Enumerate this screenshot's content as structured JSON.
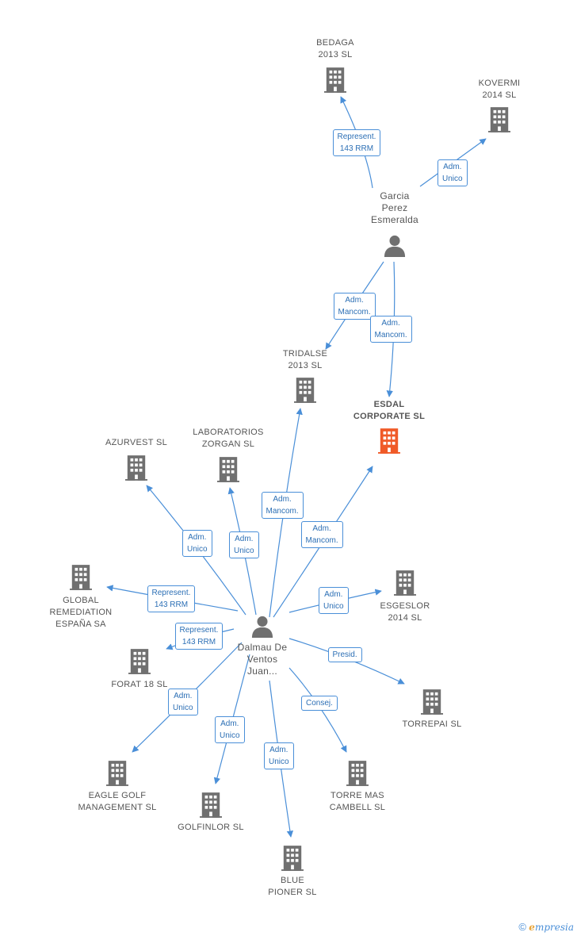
{
  "nodes": [
    {
      "id": "bedaga",
      "type": "company",
      "lines": [
        "BEDAGA",
        "2013  SL"
      ],
      "highlight": false
    },
    {
      "id": "kovermi",
      "type": "company",
      "lines": [
        "KOVERMI",
        "2014  SL"
      ],
      "highlight": false
    },
    {
      "id": "garcia",
      "type": "person",
      "lines": [
        "Garcia",
        "Perez",
        "Esmeralda"
      ]
    },
    {
      "id": "tridalse",
      "type": "company",
      "lines": [
        "TRIDALSE",
        "2013  SL"
      ],
      "highlight": false
    },
    {
      "id": "esdal",
      "type": "company",
      "lines": [
        "ESDAL",
        "CORPORATE SL"
      ],
      "highlight": true
    },
    {
      "id": "azurvest",
      "type": "company",
      "lines": [
        "AZURVEST SL"
      ],
      "highlight": false
    },
    {
      "id": "zorgan",
      "type": "company",
      "lines": [
        "LABORATORIOS",
        "ZORGAN SL"
      ],
      "highlight": false
    },
    {
      "id": "global",
      "type": "company",
      "lines": [
        "GLOBAL",
        "REMEDIATION",
        "ESPAÑA SA"
      ],
      "highlight": false
    },
    {
      "id": "esgeslor",
      "type": "company",
      "lines": [
        "ESGESLOR",
        "2014  SL"
      ],
      "highlight": false
    },
    {
      "id": "dalmau",
      "type": "person",
      "lines": [
        "Dalmau De",
        "Ventos",
        "Juan..."
      ]
    },
    {
      "id": "forat",
      "type": "company",
      "lines": [
        "FORAT 18 SL"
      ],
      "highlight": false
    },
    {
      "id": "torrepai",
      "type": "company",
      "lines": [
        "TORREPAI SL"
      ],
      "highlight": false
    },
    {
      "id": "eagle",
      "type": "company",
      "lines": [
        "EAGLE GOLF",
        "MANAGEMENT SL"
      ],
      "highlight": false
    },
    {
      "id": "golfinlor",
      "type": "company",
      "lines": [
        "GOLFINLOR SL"
      ],
      "highlight": false
    },
    {
      "id": "torremas",
      "type": "company",
      "lines": [
        "TORRE MAS",
        "CAMBELL SL"
      ],
      "highlight": false
    },
    {
      "id": "blue",
      "type": "company",
      "lines": [
        "BLUE",
        "PIONER SL"
      ],
      "highlight": false
    }
  ],
  "edges": [
    {
      "from": "garcia",
      "to": "bedaga",
      "label": [
        "Represent.",
        "143 RRM"
      ]
    },
    {
      "from": "garcia",
      "to": "kovermi",
      "label": [
        "Adm.",
        "Unico"
      ]
    },
    {
      "from": "garcia",
      "to": "tridalse",
      "label": [
        "Adm.",
        "Mancom."
      ]
    },
    {
      "from": "garcia",
      "to": "esdal",
      "label": [
        "Adm.",
        "Mancom."
      ]
    },
    {
      "from": "dalmau",
      "to": "tridalse",
      "label": [
        "Adm.",
        "Mancom."
      ]
    },
    {
      "from": "dalmau",
      "to": "esdal",
      "label": [
        "Adm.",
        "Mancom."
      ]
    },
    {
      "from": "dalmau",
      "to": "azurvest",
      "label": [
        "Adm.",
        "Unico"
      ]
    },
    {
      "from": "dalmau",
      "to": "zorgan",
      "label": [
        "Adm.",
        "Unico"
      ]
    },
    {
      "from": "dalmau",
      "to": "global",
      "label": [
        "Represent.",
        "143 RRM"
      ]
    },
    {
      "from": "dalmau",
      "to": "esgeslor",
      "label": [
        "Adm.",
        "Unico"
      ]
    },
    {
      "from": "dalmau",
      "to": "forat",
      "label": [
        "Represent.",
        "143 RRM"
      ]
    },
    {
      "from": "dalmau",
      "to": "torrepai",
      "label": [
        "Presid."
      ]
    },
    {
      "from": "dalmau",
      "to": "eagle",
      "label": [
        "Adm.",
        "Unico"
      ]
    },
    {
      "from": "dalmau",
      "to": "golfinlor",
      "label": [
        "Adm.",
        "Unico"
      ]
    },
    {
      "from": "dalmau",
      "to": "torremas",
      "label": [
        "Consej."
      ]
    },
    {
      "from": "dalmau",
      "to": "blue",
      "label": [
        "Adm.",
        "Unico"
      ]
    }
  ],
  "colors": {
    "edge": "#4a8fd8",
    "company_icon": "#707070",
    "highlight_icon": "#f05a28",
    "person_icon": "#707070"
  },
  "footer": {
    "symbol": "©",
    "brand_initial": "e",
    "brand_rest": "mpresia"
  }
}
